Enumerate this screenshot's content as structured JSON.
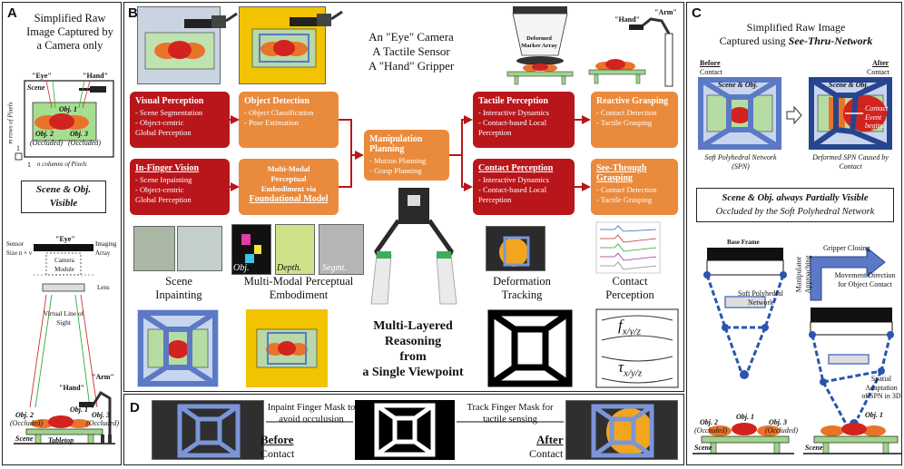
{
  "panel_a": {
    "label": "A",
    "title": "Simplified Raw Image Captured by a Camera only",
    "eye": "\"Eye\"",
    "hand": "\"Hand\"",
    "scene": "Scene",
    "rows_axis": "m rows of Pixels",
    "cols_axis": "n columns of Pixels",
    "one_left": "1",
    "one_bottom": "1",
    "obj1": "Obj. 1",
    "obj2": "Obj. 2",
    "obj3": "Obj. 3",
    "occluded": "(Occluded)",
    "visible_box": "Scene & Obj.",
    "visible_word": "Visible",
    "sensor_size": "Sensor Size n × v",
    "eye_cam": "\"Eye\"",
    "camera_module": "Camera Module",
    "imaging_array": "Imaging Array",
    "lens": "Lens",
    "virtual_los": "Virtual Line of Sight",
    "arm": "\"Arm\"",
    "hand2": "\"Hand\"",
    "tabletop": "Tabletop",
    "scene_bottom": "Scene"
  },
  "panel_b": {
    "label": "B",
    "header": [
      "An \"Eye\" Camera",
      "A Tactile Sensor",
      "A \"Hand\" Gripper"
    ],
    "deformed_marker": "Deformed Marker Array",
    "hand": "\"Hand\"",
    "arm": "\"Arm\"",
    "visual_perception": {
      "title": "Visual Perception",
      "items": [
        "- Scene Segmentation",
        "- Object-centric",
        "Global Perception"
      ]
    },
    "object_detection": {
      "title": "Object Detection",
      "items": [
        "- Object Classification",
        "- Pose Estimation"
      ]
    },
    "in_finger_vision": {
      "title": "In-Finger Vision",
      "items": [
        "- Scene Inpainting",
        "- Object-centric",
        "Global Perception"
      ]
    },
    "multimodal": {
      "lines": [
        "Multi-Modal",
        "Perceptual",
        "Embodiment via"
      ],
      "link": "Foundational Model"
    },
    "manipulation": {
      "title": "Manipulation Planning",
      "items": [
        "- Motion Planning",
        "- Grasp Planning"
      ]
    },
    "tactile_perception": {
      "title": "Tactile Perception",
      "items": [
        "- Interactive Dynamics",
        "- Contact-based Local",
        "Perception"
      ]
    },
    "reactive_grasping": {
      "title": "Reactive Grasping",
      "items": [
        "- Contact Detection",
        "- Tactile Grasping"
      ]
    },
    "contact_perception": {
      "title": "Contact Perception",
      "items": [
        "- Interactive Dynamics",
        "- Contact-based Local",
        "Perception"
      ]
    },
    "see_through": {
      "title": "See-Through Grasping",
      "items": [
        "- Contact Detection",
        "- Tactile Grasping"
      ]
    },
    "thumb_labels": {
      "obj": "Obj.",
      "depth": "Depth.",
      "segmt": "Segmt."
    },
    "scene_inpainting": "Scene Inpainting",
    "multimodal_embodiment": "Multi-Modal Perceptual Embodiment",
    "deformation_tracking": "Deformation Tracking",
    "contact_perception_cap": "Contact Perception",
    "multi_layered": [
      "Multi-Layered",
      "Reasoning",
      "from",
      "a Single Viewpoint"
    ],
    "f_label": "f",
    "f_sub": "x/y/z",
    "tau_label": "τ",
    "tau_sub": "x/y/z"
  },
  "panel_c": {
    "label": "C",
    "title_line1": "Simplified Raw Image",
    "title_line2_prefix": "Captured using ",
    "title_line2_em": "See-Thru-Network",
    "before": "Before",
    "after": "After",
    "contact": "Contact",
    "scene_obj": "Scene & Obj.",
    "soft_polyhedral": "Soft Polyhedral Network (SPN)",
    "contact_event": "Contact Event begins",
    "deformed_spn": "Deformed SPN Caused by Contact",
    "partially_line1_a": "Scene & Obj. always ",
    "partially_line1_b": "Partially Visible",
    "partially_line2": "Occluded by the Soft Polyhedral Network",
    "base_frame": "Base Frame",
    "gripper_closing": "Gripper Closing",
    "manipulator_approaching": "Manipulator Approaching",
    "movement_direction": "Movement Direction for Object Contact",
    "soft_polyhedral_network": "Soft Polyhedral Network",
    "spatial_adaptation": "Spatial Adaptation of SPN in 3D",
    "obj1": "Obj. 1",
    "obj2": "Obj. 2",
    "obj3": "Obj. 3",
    "occluded": "(Occluded)",
    "scene": "Scene"
  },
  "panel_d": {
    "label": "D",
    "inpaint": "Inpaint Finger Mask to avoid occulusion",
    "track": "Track Finger Mask for tactile sensing",
    "before": "Before",
    "after": "After",
    "contact": "Contact"
  },
  "colors": {
    "red_box": "#b8161b",
    "orange_box": "#e98a3c",
    "spn_blue": "#5b79c4",
    "dark_blue": "#27458f",
    "table_green": "#9fd58a",
    "obj_red": "#d2231f",
    "obj_orange": "#e8742a",
    "yellow_bg": "#f2c300"
  }
}
